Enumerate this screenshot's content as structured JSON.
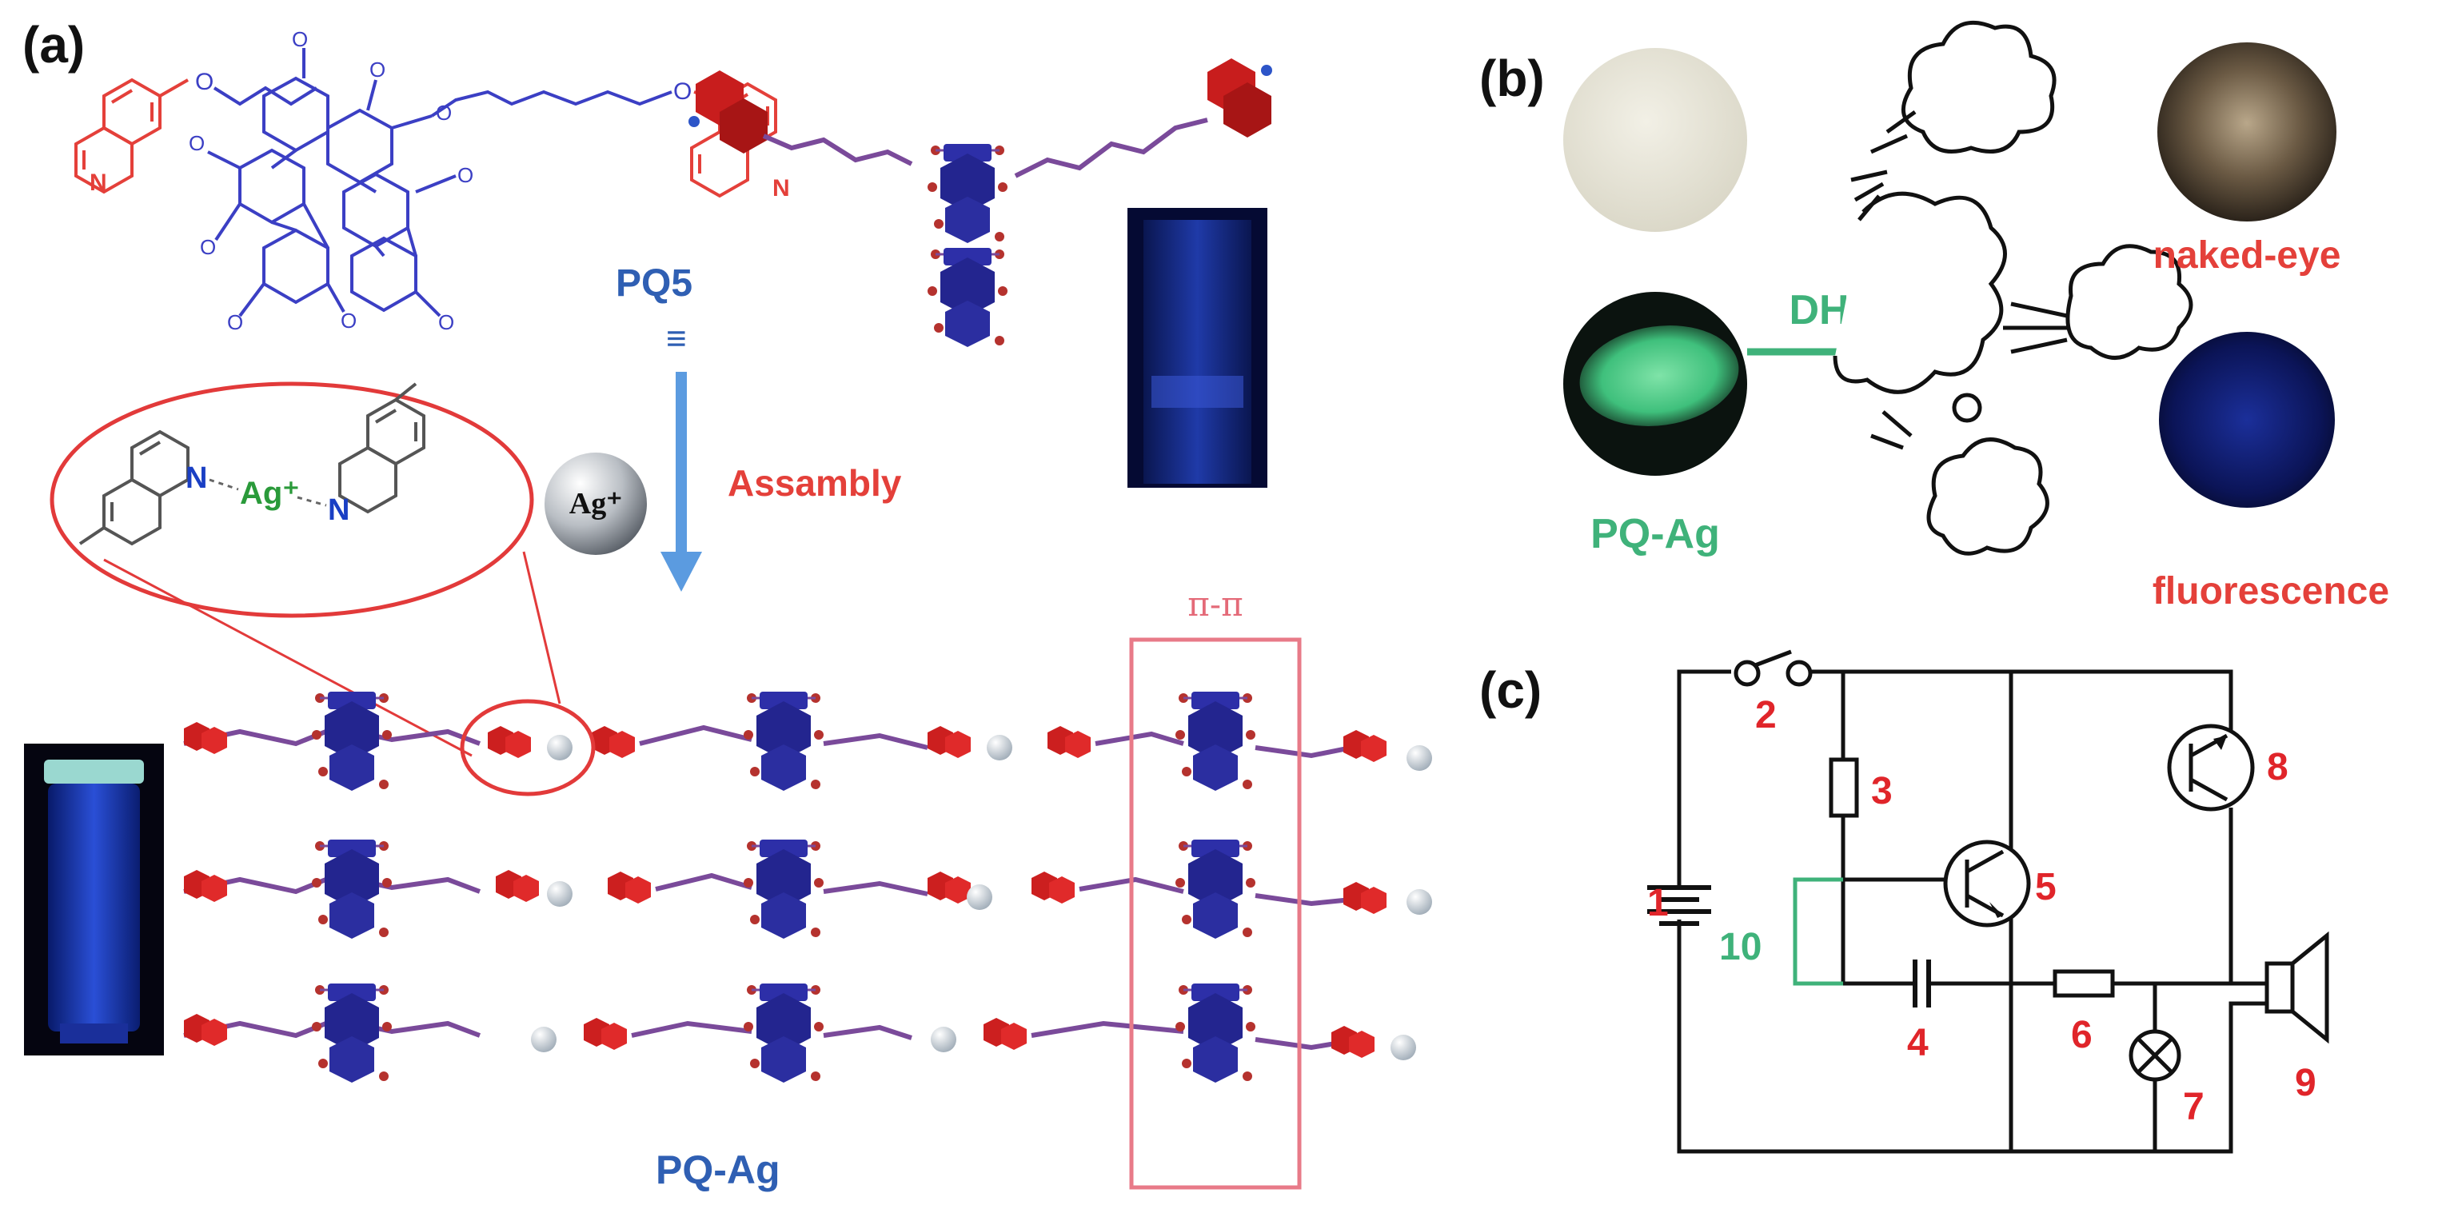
{
  "panels": {
    "a": "(a)",
    "b": "(b)",
    "c": "(c)"
  },
  "panel_a": {
    "molecule_name": "PQ5",
    "equiv_symbol": "≡",
    "ion_label": "Ag⁺",
    "ion_sphere_label": "Ag⁺",
    "process_label": "Assambly",
    "stacking_label": "π-π",
    "zoom_n_left": "N",
    "zoom_n_right": "N",
    "product_label": "PQ-Ag"
  },
  "panel_b": {
    "sample_label": "PQ-Ag",
    "process_label": "DH",
    "result_top": "naked-eye",
    "result_bottom": "fluorescence"
  },
  "panel_c": {
    "labels": [
      "1",
      "2",
      "3",
      "4",
      "5",
      "6",
      "7",
      "8",
      "9",
      "10"
    ]
  },
  "colors": {
    "quinoline_red": "#e4403a",
    "pillarene_blue": "#2b2f9e",
    "label_blue": "#2f5fb3",
    "label_red": "#e4403a",
    "green": "#3fb27a",
    "circuit_number_red": "#e0252a"
  }
}
